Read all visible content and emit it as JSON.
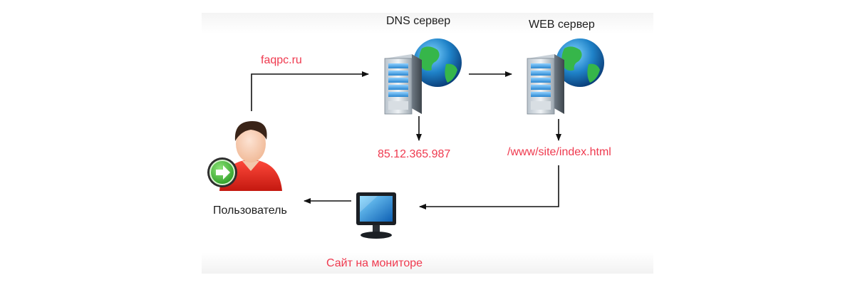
{
  "nodes": {
    "dns_server": {
      "label": "DNS сервер"
    },
    "web_server": {
      "label": "WEB сервер"
    },
    "user": {
      "label": "Пользователь"
    },
    "monitor": {
      "label": "Сайт на мониторе"
    }
  },
  "annotations": {
    "domain": "faqpc.ru",
    "ip_address": "85.12.365.987",
    "file_path": "/www/site/index.html"
  },
  "colors": {
    "annotation": "#ef3a4f",
    "label": "#1e1e1e",
    "arrow": "#111111"
  },
  "icons": {
    "dns_server": "server-globe-icon",
    "web_server": "server-globe-icon",
    "user": "user-avatar-icon",
    "user_badge": "green-arrow-badge-icon",
    "monitor": "monitor-icon"
  }
}
